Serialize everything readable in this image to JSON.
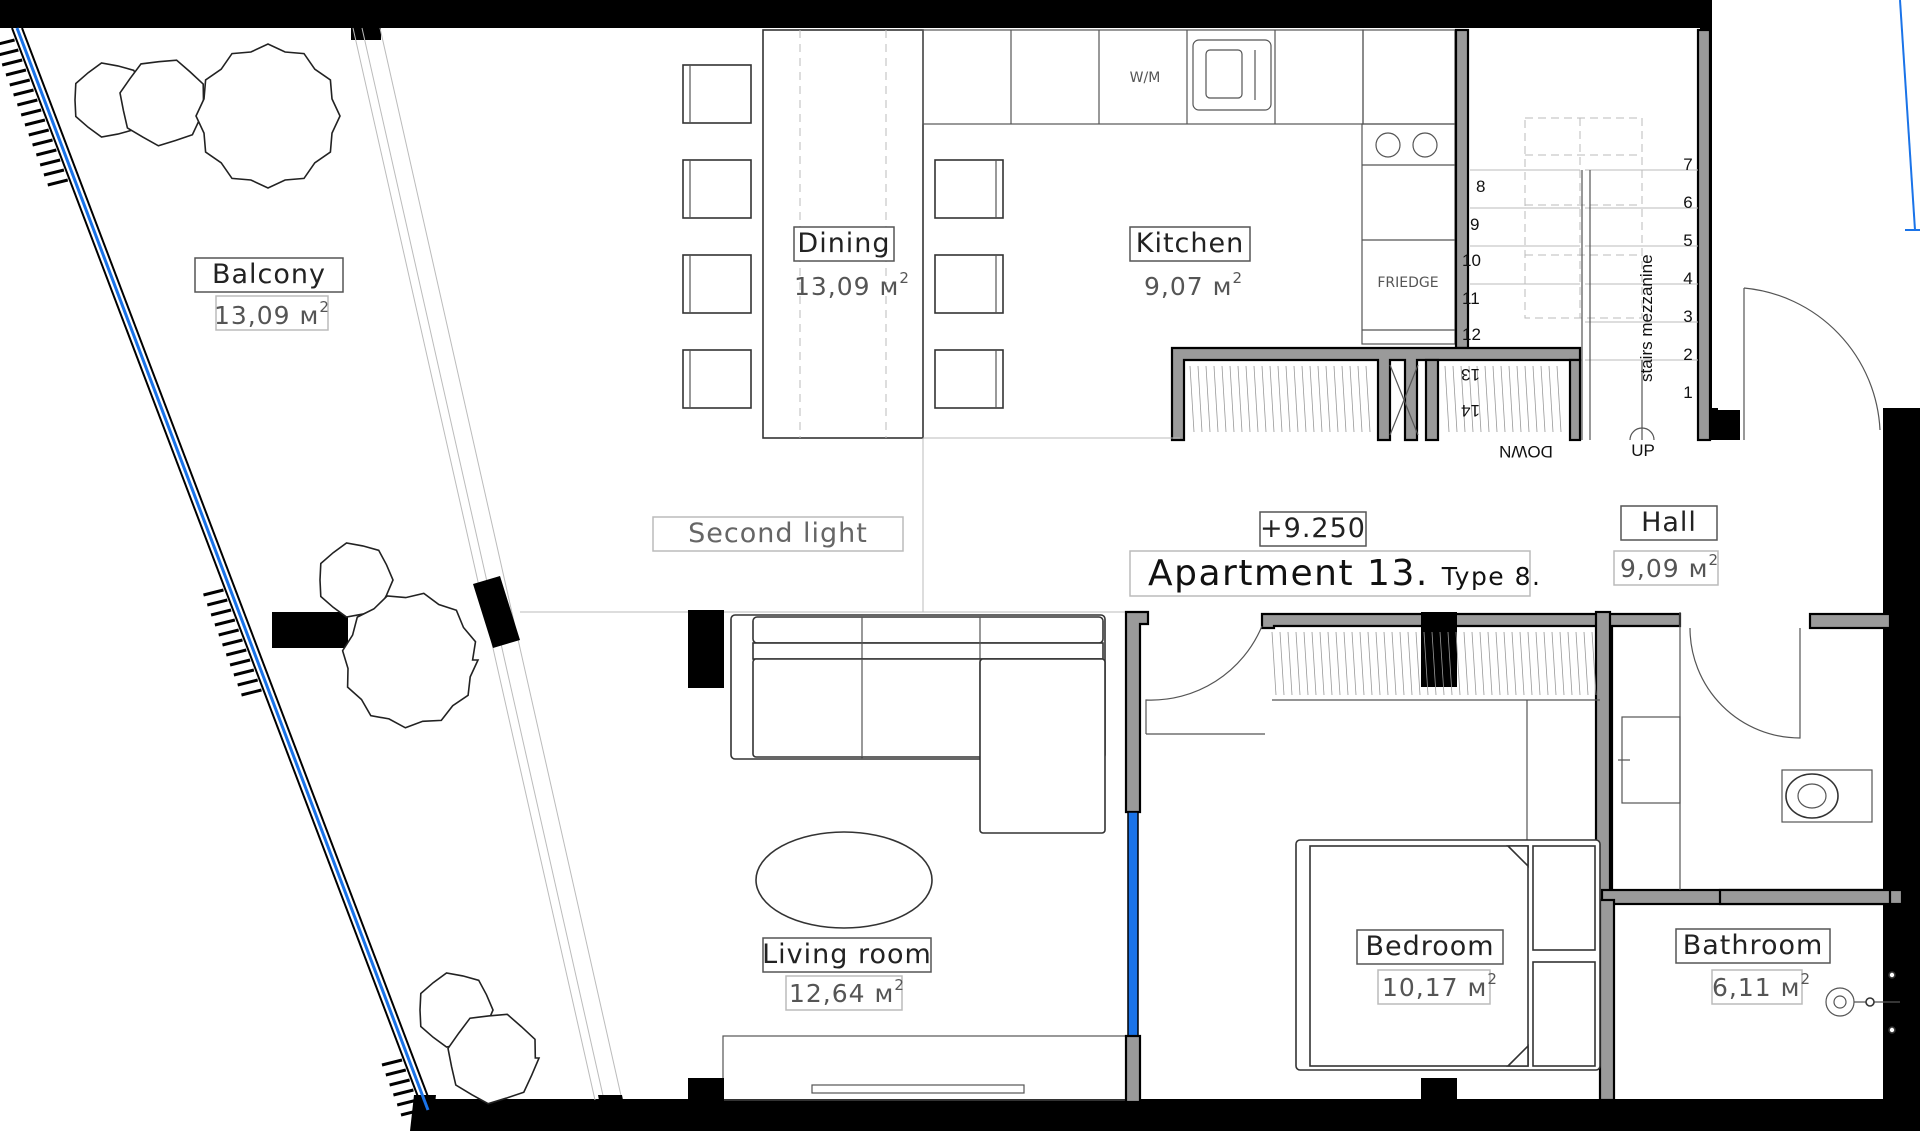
{
  "plan": {
    "title": "Apartment 13.",
    "type_label": "Type 8.",
    "elevation": "+9.250",
    "second_light": "Second light"
  },
  "rooms": {
    "balcony": {
      "name": "Balcony",
      "area": "13,09",
      "unit": "м"
    },
    "dining": {
      "name": "Dining",
      "area": "13,09",
      "unit": "м"
    },
    "kitchen": {
      "name": "Kitchen",
      "area": "9,07",
      "unit": "м"
    },
    "hall": {
      "name": "Hall",
      "area": "9,09",
      "unit": "м"
    },
    "living": {
      "name": "Living room",
      "area": "12,64",
      "unit": "м"
    },
    "bedroom": {
      "name": "Bedroom",
      "area": "10,17",
      "unit": "м"
    },
    "bathroom": {
      "name": "Bathroom",
      "area": "6,11",
      "unit": "м"
    }
  },
  "area_exponent": "2",
  "appliances": {
    "washing_machine": "W/M",
    "fridge": "FRIEDGE"
  },
  "stairs": {
    "label": "stairs mezzanine",
    "up": "UP",
    "down": "DOWN",
    "up_steps": [
      "7",
      "6",
      "5",
      "4",
      "3",
      "2",
      "1"
    ],
    "down_steps": [
      "8",
      "9",
      "10",
      "11",
      "12",
      "13",
      "14"
    ]
  },
  "colors": {
    "wall": "#000000",
    "partition": "#9a9a9a",
    "glazing": "#1a73e8"
  }
}
